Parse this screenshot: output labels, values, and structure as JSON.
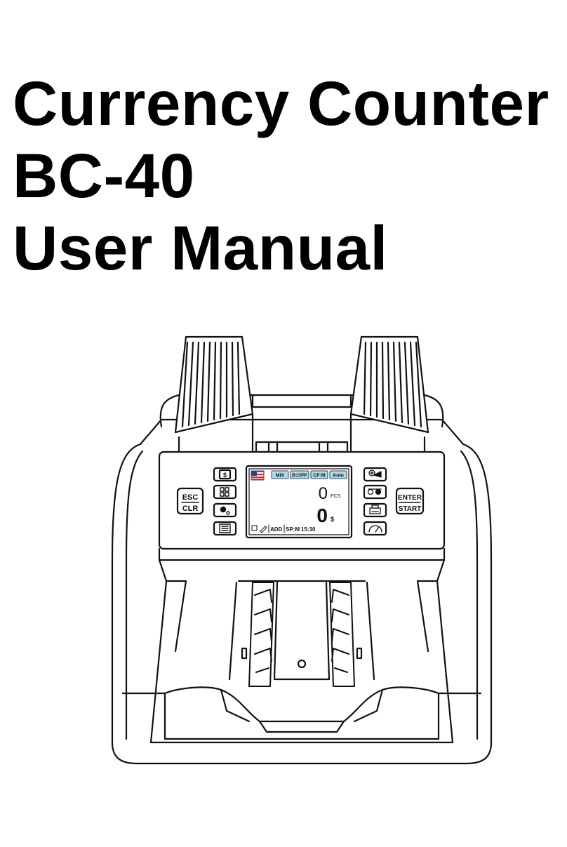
{
  "document": {
    "title_lines": [
      "Currency Counter",
      "BC-40",
      "User Manual"
    ]
  },
  "device": {
    "left_keys": {
      "esc": "ESC",
      "clr": "CLR"
    },
    "right_keys": {
      "enter": "ENTER",
      "start": "START"
    },
    "screen": {
      "tabs": [
        "MIX",
        "B:OFF",
        "CF:M",
        "Auto"
      ],
      "count": "0",
      "count_unit": "PCS",
      "amount": "0",
      "amount_unit": "$",
      "status": {
        "mode": "ADD",
        "speed": "SP:M",
        "time": "15:30"
      }
    },
    "colors": {
      "tab_fill": "#a9dcf2",
      "flag_red": "#d8282f",
      "flag_blue": "#2a3f8f",
      "line": "#111111"
    }
  }
}
